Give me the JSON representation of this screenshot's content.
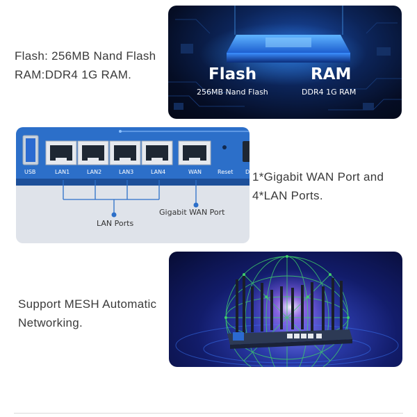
{
  "captions": {
    "flash_line1": "Flash: 256MB Nand Flash",
    "flash_line2": "RAM:DDR4 1G RAM.",
    "ports_line1": "1*Gigabit WAN Port and",
    "ports_line2": "4*LAN Ports.",
    "mesh_line1": "Support MESH Automatic",
    "mesh_line2": "Networking."
  },
  "flash_panel": {
    "flash_title": "Flash",
    "flash_sub": "256MB Nand Flash",
    "ram_title": "RAM",
    "ram_sub": "DDR4 1G RAM"
  },
  "ports_panel": {
    "port_labels": {
      "usb": "USB",
      "lan1": "LAN1",
      "lan2": "LAN2",
      "lan3": "LAN3",
      "lan4": "LAN4",
      "wan": "WAN",
      "reset": "Reset",
      "partial": "D"
    },
    "lan_ports_label": "LAN Ports",
    "wan_port_label": "Gigabit WAN Port"
  },
  "colors": {
    "accent_blue": "#2aa8ff",
    "panel_blue": "#2c6fc9",
    "mesh_green": "#3fd06a"
  }
}
